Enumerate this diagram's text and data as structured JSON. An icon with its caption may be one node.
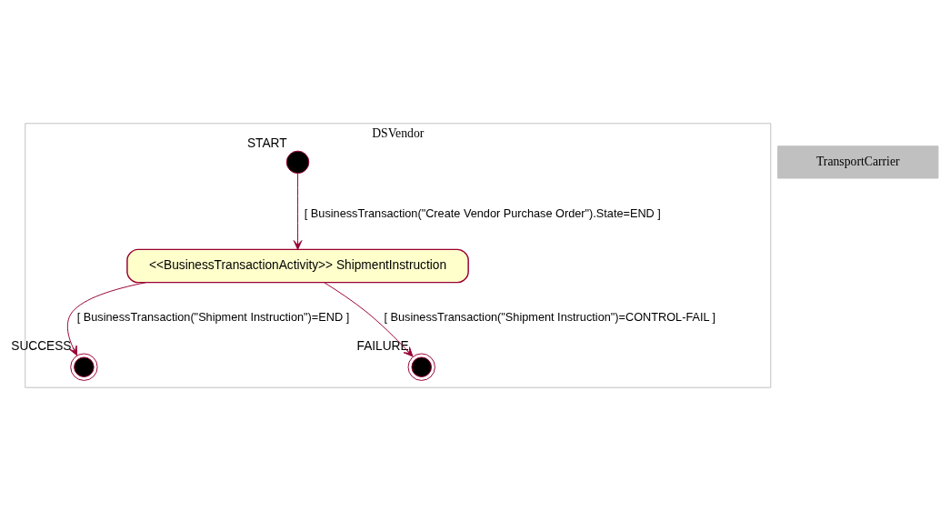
{
  "diagram": {
    "nodes": [
      {
        "text": [
          "DSVendor"
        ]
      },
      {
        "text": [
          "TransportCarrier"
        ]
      },
      {
        "text": [],
        "shape": "circle",
        "in": 0,
        "beside": [
          "START"
        ]
      },
      {
        "text": [
          "<<BusinessTransactionActivity>> ShipmentInstruction"
        ],
        "in": 0
      },
      {
        "text": [],
        "shape": "bullseye",
        "in": 0,
        "beside": [
          "SUCCESS"
        ]
      },
      {
        "text": [],
        "shape": "bullseye",
        "in": 0,
        "beside": [
          "FAILURE"
        ]
      }
    ],
    "edges": [
      {
        "from": 2,
        "to": 3,
        "arrow": "to",
        "label": "[ BusinessTransaction(\"Create Vendor Purchase Order\").State=END ]"
      },
      {
        "from": 3,
        "to": 4,
        "arrow": "to",
        "label": "[ BusinessTransaction(\"Shipment Instruction\")=END ]"
      },
      {
        "from": 3,
        "to": 5,
        "arrow": "to",
        "label": "[ BusinessTransaction(\"Shipment Instruction\")=CONTROL-FAIL ]"
      }
    ]
  }
}
